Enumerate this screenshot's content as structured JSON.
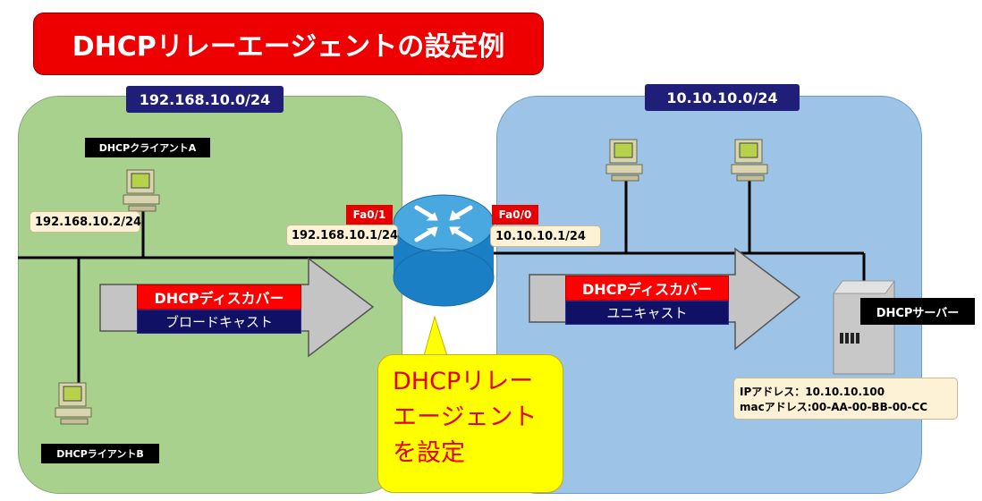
{
  "title": "DHCPリレーエージェントの設定例",
  "left_network": {
    "label": "192.168.10.0/24",
    "client_a": "DHCPクライアントA",
    "client_a_ip": "192.168.10.2/24",
    "client_b": "DHCPライアントB",
    "router_if": "Fa0/1",
    "router_ip": "192.168.10.1/24",
    "discover": "DHCPディスカバー",
    "cast": "ブロードキャスト"
  },
  "right_network": {
    "label": "10.10.10.0/24",
    "router_if": "Fa0/0",
    "router_ip": "10.10.10.1/24",
    "discover": "DHCPディスカバー",
    "cast": "ユニキャスト",
    "server": "DHCPサーバー",
    "server_ip": "IPアドレス：10.10.10.100",
    "server_mac": "macアドレス:00-AA-00-BB-00-CC"
  },
  "note": {
    "line1": "DHCPリレー",
    "line2": "エージェント",
    "line3": "を設定"
  },
  "colors": {
    "title_bg": "#ee0000",
    "left_zone": "#a9d18e",
    "right_zone": "#9dc3e6",
    "label_navy": "#1f1f7a",
    "note_yellow": "#ffff00",
    "router_blue": "#2e8ccf"
  }
}
